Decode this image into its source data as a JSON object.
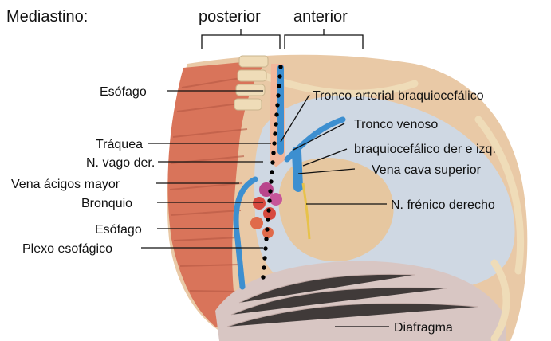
{
  "header": {
    "title": "Mediastino:",
    "posterior": "posterior",
    "anterior": "anterior"
  },
  "labels": {
    "esofago_top": "Esófago",
    "tronco_arterial": "Tronco arterial braquiocefálico",
    "traquea": "Tráquea",
    "tronco_venoso_1": "Tronco venoso",
    "n_vago": "N. vago der.",
    "tronco_venoso_2": "braquiocefálico der e izq.",
    "vena_acigos": "Vena ácigos mayor",
    "vena_cava": "Vena cava superior",
    "bronquio": "Bronquio",
    "n_frenico": "N. frénico derecho",
    "esofago_bottom": "Esófago",
    "plexo": "Plexo esofágico",
    "diafragma": "Diafragma"
  },
  "colors": {
    "muscle": "#d9745a",
    "bone": "#efdcb8",
    "vessel_blue": "#3d8fd0",
    "pleura": "#cfd8e3",
    "diaphragm": "#d8c6c3"
  }
}
